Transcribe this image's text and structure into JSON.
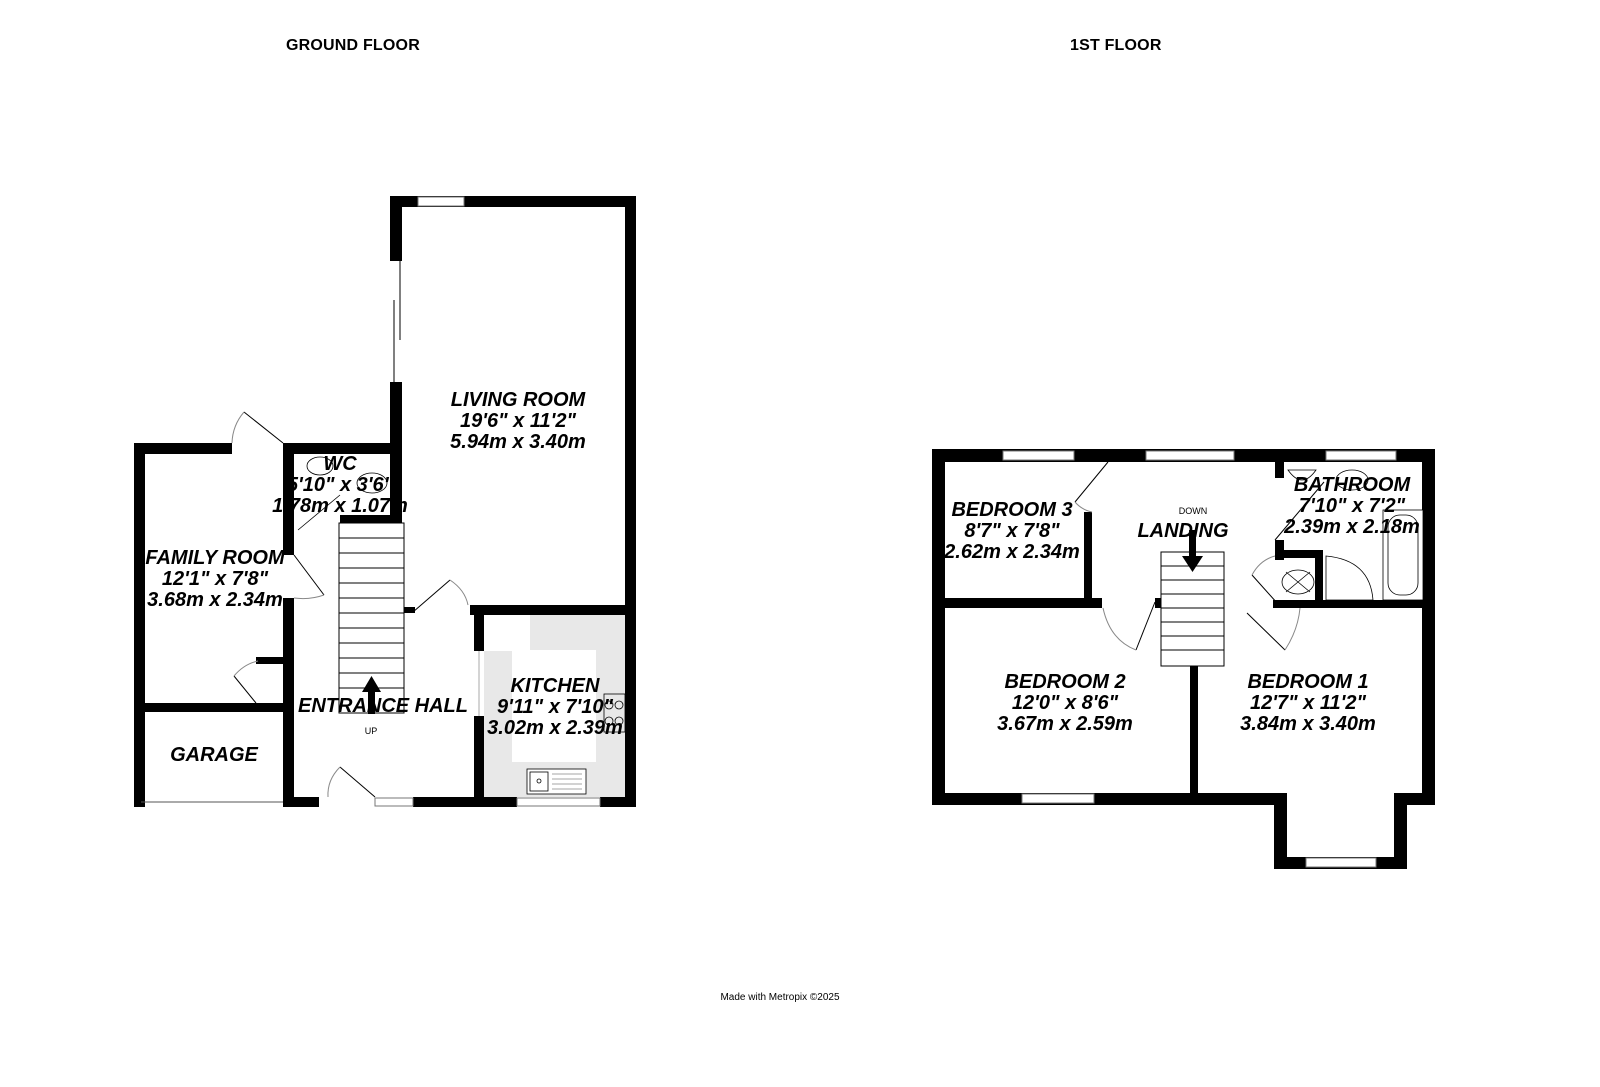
{
  "floors": [
    {
      "title": "GROUND FLOOR",
      "rooms": [
        {
          "name": "LIVING ROOM",
          "imperial": "19'6\"  x 11'2\"",
          "metric": "5.94m  x 3.40m"
        },
        {
          "name": "WC",
          "imperial": "5'10\"  x 3'6\"",
          "metric": "1.78m  x 1.07m"
        },
        {
          "name": "FAMILY ROOM",
          "imperial": "12'1\"  x 7'8\"",
          "metric": "3.68m  x 2.34m"
        },
        {
          "name": "ENTRANCE HALL",
          "imperial": "",
          "metric": ""
        },
        {
          "name": "KITCHEN",
          "imperial": "9'11\"  x 7'10\"",
          "metric": "3.02m  x 2.39m"
        },
        {
          "name": "GARAGE",
          "imperial": "",
          "metric": ""
        }
      ],
      "stair_label": "UP"
    },
    {
      "title": "1ST FLOOR",
      "rooms": [
        {
          "name": "BEDROOM 3",
          "imperial": "8'7\"  x 7'8\"",
          "metric": "2.62m  x 2.34m"
        },
        {
          "name": "LANDING",
          "imperial": "",
          "metric": ""
        },
        {
          "name": "BATHROOM",
          "imperial": "7'10\"  x 7'2\"",
          "metric": "2.39m  x 2.18m"
        },
        {
          "name": "BEDROOM 2",
          "imperial": "12'0\"  x 8'6\"",
          "metric": "3.67m  x 2.59m"
        },
        {
          "name": "BEDROOM 1",
          "imperial": "12'7\"  x 11'2\"",
          "metric": "3.84m  x 3.40m"
        }
      ],
      "stair_label": "DOWN"
    }
  ],
  "footer": "Made with Metropix ©2025",
  "colors": {
    "wall": "#000000",
    "kitchen_counter": "#e8e8e8",
    "background": "#ffffff"
  }
}
